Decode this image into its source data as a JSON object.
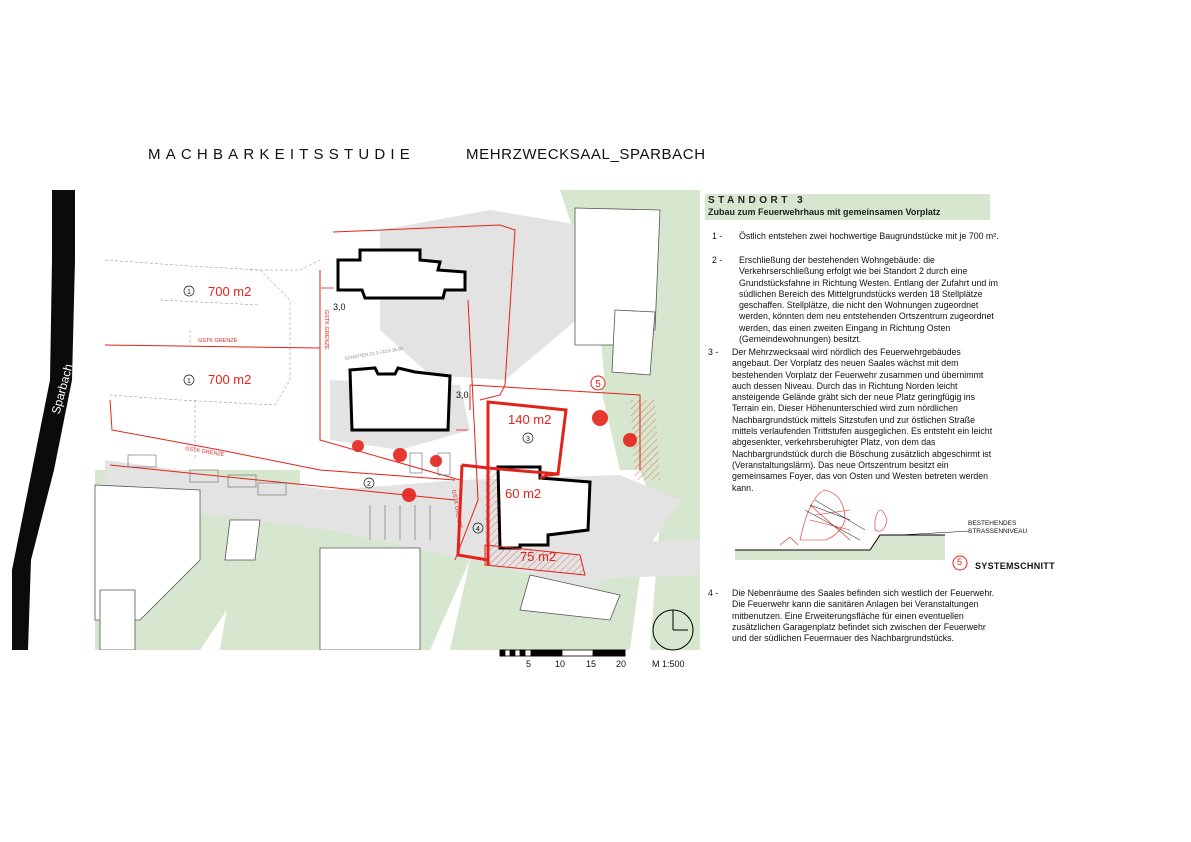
{
  "title": {
    "prefix": "MACHBARKEITSSTUDIE",
    "project": "MEHRZWECKSAAL_SPARBACH"
  },
  "plan": {
    "river_label": "Sparbach",
    "plot_1_number": "1",
    "plot_1_area": "700 m2",
    "plot_2_number": "1",
    "plot_2_area": "700 m2",
    "parking_number": "2",
    "hall_number": "3",
    "hall_area": "140 m2",
    "annex_number": "4",
    "fw_area": "60 m2",
    "ext_area": "75 m2",
    "section_marker": "5",
    "dim_1": "3,0",
    "dim_2": "3,0",
    "gstk_1": "GSTK GRENZE",
    "gstk_2": "GSTK GRENZE",
    "gstk_vert_1": "GSTK GRENZE",
    "gstk_vert_2": "GSTK GRENZE",
    "shadow_label": "SCHATTEN 21.3 +23.9 16:00"
  },
  "scale": {
    "ticks": [
      "5",
      "10",
      "15",
      "20"
    ],
    "ratio": "M 1:500"
  },
  "standort": {
    "heading": "STANDORT 3",
    "subtitle": "Zubau zum Feuerwehrhaus mit gemeinsamen Vorplatz"
  },
  "paragraphs": [
    {
      "num": "1 -",
      "text": "Östlich entstehen zwei hochwertige Baugrundstücke mit je 700 m²."
    },
    {
      "num": "2 -",
      "text": "Erschließung der bestehenden Wohngebäude: die Verkehrserschließung erfolgt wie bei Standort 2 durch eine Grundstücksfahne in Richtung Westen. Entlang der Zufahrt und im südlichen Bereich des Mittelgrundstücks werden 18 Stellplätze geschaffen. Stellplätze, die nicht den Wohnungen zugeordnet werden, könnten dem neu entstehenden Ortszentrum zugeordnet werden, das einen zweiten Eingang in Richtung Osten (Gemeindewohnungen) besitzt."
    },
    {
      "num": "3 -",
      "text": "Der Mehrzwecksaal wird nördlich des Feuerwehrgebäudes angebaut. Der Vorplatz des neuen Saales wächst mit dem bestehenden Vorplatz der Feuerwehr zusammen und übernimmt auch dessen Niveau. Durch das in Richtung Norden leicht ansteigende Gelände gräbt sich der neue Platz geringfügig ins Terrain ein. Dieser Höhenunterschied wird zum nördlichen Nachbargrundstück mittels Sitzstufen und zur östlichen Straße mittels verlaufenden Trittstufen ausgeglichen. Es entsteht ein leicht abgesenkter, verkehrsberuhigter Platz, von dem das Nachbargrundstück durch die Böschung zusätzlich abgeschirmt ist (Veranstaltungslärm). Das neue Ortszentrum besitzt ein gemeinsames Foyer, das von Osten und Westen betreten werden kann."
    },
    {
      "num": "4 -",
      "text": "Die Nebenräume des Saales befinden sich westlich der Feuerwehr. Die Feuerwehr kann die sanitären Anlagen bei Veranstaltungen mitbenutzen. Eine Erweiterungsfläche für einen eventuellen zusätzlichen Garagenplatz befindet sich zwischen der Feuerwehr und der südlichen Feuermauer des Nachbargrundstücks."
    }
  ],
  "section": {
    "label_line1": "BESTEHENDES",
    "label_line2": "STRASSENNIVEAU",
    "marker": "5",
    "caption": "SYSTEMSCHNITT"
  },
  "colors": {
    "red": "#e2231a",
    "green": "#d7e6cf",
    "grey": "#e3e3e3",
    "river": "#0b0b0b"
  }
}
